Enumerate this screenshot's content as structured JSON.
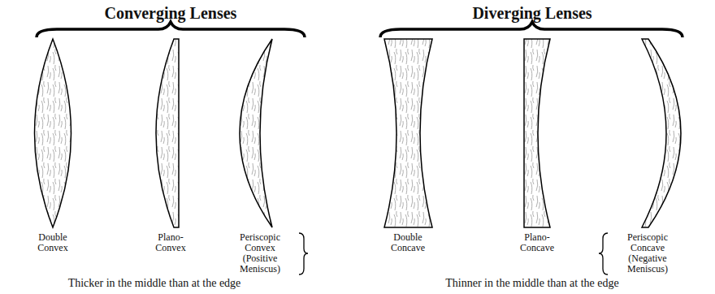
{
  "diagram": {
    "labels": [
      "Converging Lenses",
      "Diverging Lenses",
      "Double Convex",
      "Plano-Convex",
      "Periscopic Convex (Positive Meniscus)",
      "Double Concave",
      "Plano-Concave",
      "Periscopic Concave (Negative Meniscus)",
      "Thicker in the middle than at the edge",
      "Thinner in the middle than at the edge"
    ]
  }
}
